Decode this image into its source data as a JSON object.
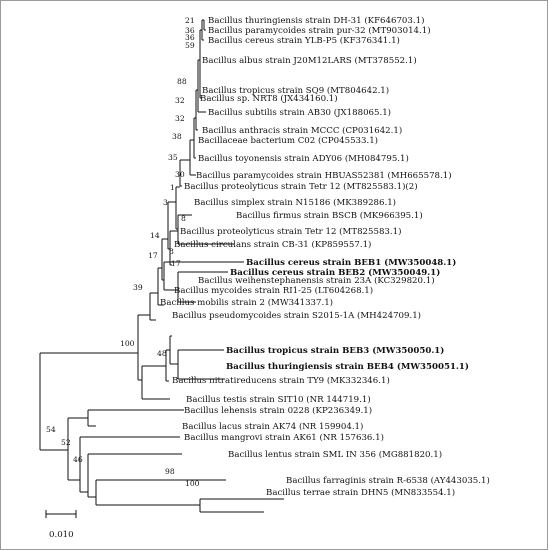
{
  "tree": {
    "leaves": [
      {
        "label": "Bacillus thuringiensis strain DH-31 (KF646703.1)",
        "bold": false
      },
      {
        "label": "Bacillus paramycoides strain pur-32 (MT903014.1)",
        "bold": false
      },
      {
        "label": "Bacillus cereus strain YLB-P5 (KF376341.1)",
        "bold": false
      },
      {
        "label": "Bacillus albus strain J20M12LARS (MT378552.1)",
        "bold": false
      },
      {
        "label": "Bacillus tropicus strain SQ9 (MT804642.1)",
        "bold": false
      },
      {
        "label": "Bacillus sp. NRT8 (JX434160.1)",
        "bold": false
      },
      {
        "label": "Bacillus subtilis strain AB30 (JX188065.1)",
        "bold": false
      },
      {
        "label": "Bacillus anthracis strain MCCC (CP031642.1)",
        "bold": false
      },
      {
        "label": "Bacillaceae bacterium C02 (CP045533.1)",
        "bold": false
      },
      {
        "label": "Bacillus toyonensis strain ADY06 (MH084795.1)",
        "bold": false
      },
      {
        "label": "Bacillus paramycoides strain HBUAS52381 (MH665578.1)",
        "bold": false
      },
      {
        "label": "Bacillus proteolyticus strain Tetr 12 (MT825583.1)(2)",
        "bold": false
      },
      {
        "label": "Bacillus simplex strain N15186 (MK389286.1)",
        "bold": false
      },
      {
        "label": "Bacillus firmus strain BSCB (MK966395.1)",
        "bold": false
      },
      {
        "label": "Bacillus proteolyticus strain Tetr 12 (MT825583.1)",
        "bold": false
      },
      {
        "label": "Bacillus circulans strain CB-31 (KP859557.1)",
        "bold": false
      },
      {
        "label": "Bacillus cereus strain BEB1 (MW350048.1)",
        "bold": true
      },
      {
        "label": "Bacillus cereus strain BEB2 (MW350049.1)",
        "bold": true
      },
      {
        "label": "Bacillus weihenstephanensis strain 23A (KC329820.1)",
        "bold": false
      },
      {
        "label": "Bacillus mycoides strain RI1-25 (LT604268.1)",
        "bold": false
      },
      {
        "label": "Bacillus mobilis strain 2 (MW341337.1)",
        "bold": false
      },
      {
        "label": "Bacillus pseudomycoides strain S2015-1A (MH424709.1)",
        "bold": false
      },
      {
        "label": "Bacillus tropicus strain BEB3 (MW350050.1)",
        "bold": true
      },
      {
        "label": "Bacillus thuringiensis strain BEB4 (MW350051.1)",
        "bold": true
      },
      {
        "label": "Bacillus nitratireducens strain TY9 (MK332346.1)",
        "bold": false
      },
      {
        "label": "Bacillus testis strain SIT10 (NR 144719.1)",
        "bold": false
      },
      {
        "label": "Bacillus lehensis strain 0228 (KP236349.1)",
        "bold": false
      },
      {
        "label": "Bacillus lacus strain AK74 (NR 159904.1)",
        "bold": false
      },
      {
        "label": "Bacillus mangrovi strain AK61 (NR 157636.1)",
        "bold": false
      },
      {
        "label": "Bacillus lentus strain SML IN 356 (MG881820.1)",
        "bold": false
      },
      {
        "label": "Bacillus farraginis strain R-6538 (AY443035.1)",
        "bold": false
      },
      {
        "label": "Bacillus terrae strain DHN5 (MN833554.1)",
        "bold": false
      }
    ],
    "bootstrap": [
      "21",
      "36",
      "36",
      "59",
      "88",
      "32",
      "32",
      "38",
      "35",
      "30",
      "1",
      "3",
      "8",
      "14",
      "8",
      "17",
      "17",
      "39",
      "100",
      "48",
      "54",
      "52",
      "46",
      "98",
      "100"
    ]
  },
  "scale_bar": {
    "label": "0.010"
  }
}
